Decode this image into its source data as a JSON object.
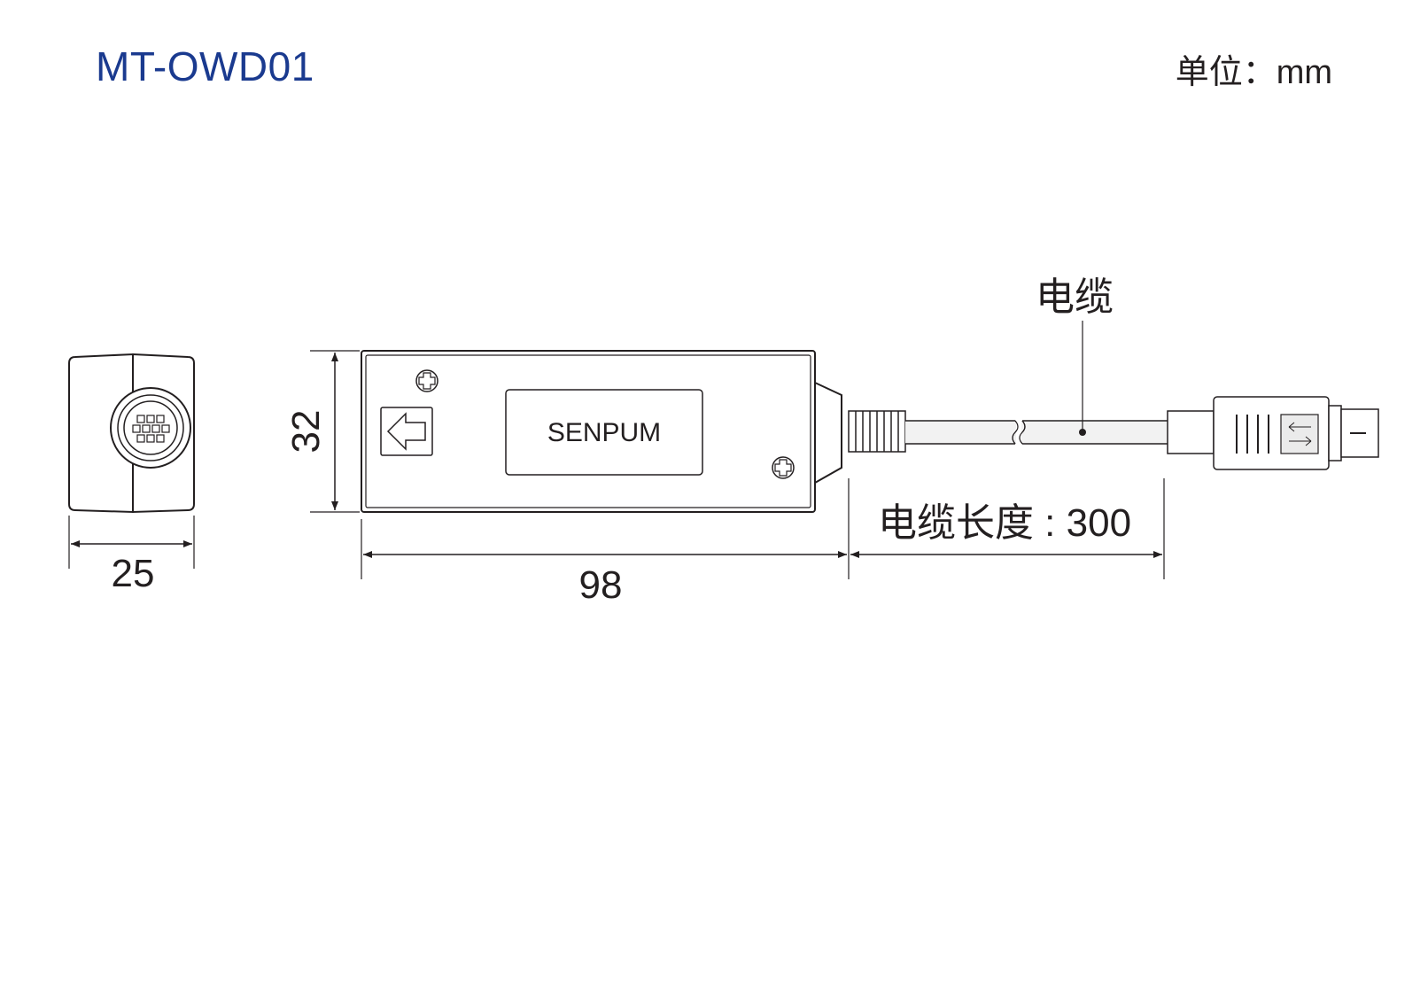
{
  "header": {
    "model": "MT-OWD01",
    "unit_label": "单位：mm",
    "title_color": "#1a3a8f"
  },
  "device": {
    "brand_label": "SENPUM",
    "cable_callout": "电缆"
  },
  "dimensions": {
    "height": "32",
    "width": "25",
    "length": "98",
    "cable_length": "电缆长度 : 300"
  },
  "icons": [
    "arrow-left-icon",
    "screw-top-icon",
    "screw-bottom-icon",
    "mini-din-port-icon",
    "bidirectional-arrow-icon"
  ]
}
